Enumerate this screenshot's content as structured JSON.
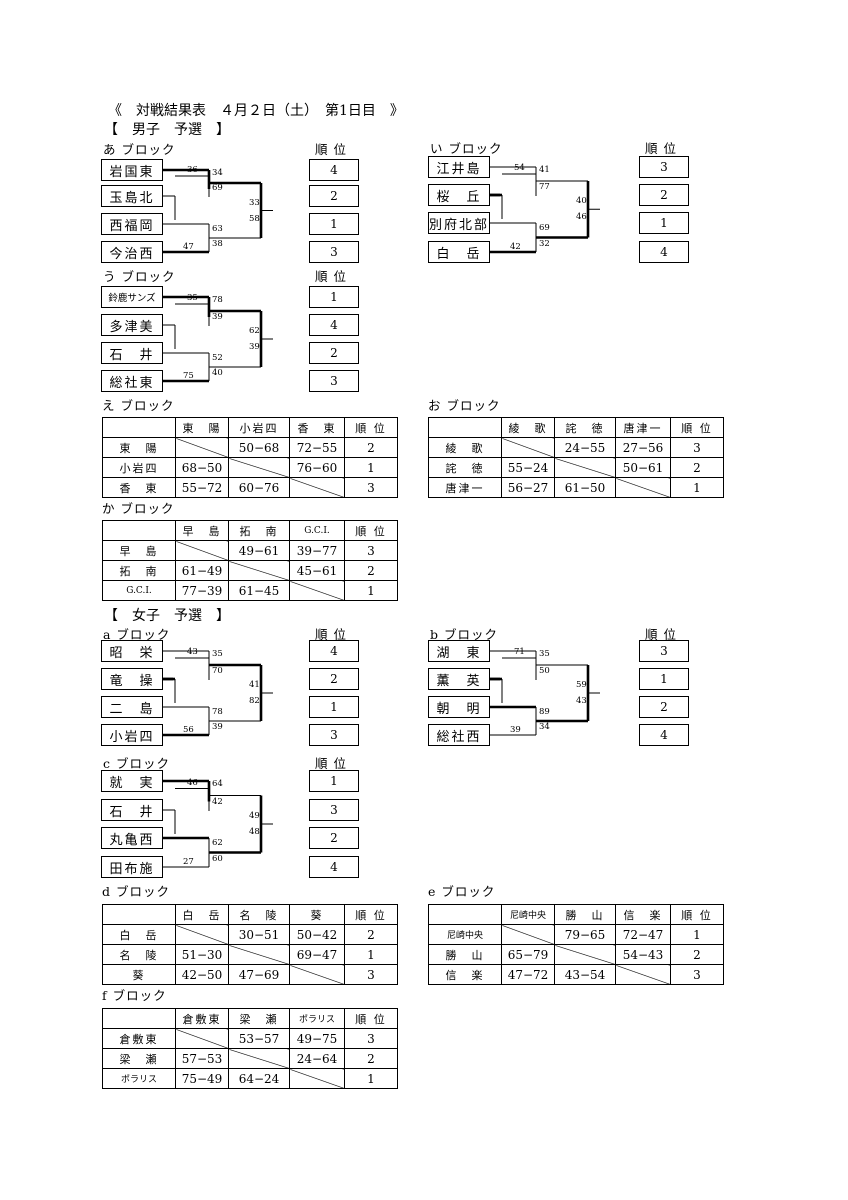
{
  "title": "《　対戦結果表　４月２日（土）　第1日目　》",
  "men_header": "【　男子　予選　】",
  "women_header": "【　女子　予選　】",
  "rank_label": "順 位",
  "brackets": {
    "a": {
      "label": "あ ブロック",
      "teams": [
        "岩国東",
        "玉島北",
        "西福岡",
        "今治西"
      ],
      "ranks": [
        "4",
        "2",
        "1",
        "3"
      ],
      "scores": {
        "s1": "36",
        "s2": "34",
        "s3": "69",
        "s4": "63",
        "s5": "38",
        "s6": "47",
        "f1": "33",
        "f2": "58"
      }
    },
    "i": {
      "label": "い ブロック",
      "teams": [
        "江井島",
        "桜　丘",
        "別府北部",
        "白　岳"
      ],
      "ranks": [
        "3",
        "2",
        "1",
        "4"
      ],
      "scores": {
        "s1": "54",
        "s2": "41",
        "s3": "77",
        "s4": "69",
        "s5": "32",
        "s6": "42",
        "f1": "40",
        "f2": "46"
      }
    },
    "u": {
      "label": "う ブロック",
      "teams": [
        "鈴鹿サンズ",
        "多津美",
        "石　井",
        "総社東"
      ],
      "ranks": [
        "1",
        "4",
        "2",
        "3"
      ],
      "scores": {
        "s1": "35",
        "s2": "78",
        "s3": "39",
        "s4": "52",
        "s5": "40",
        "s6": "75",
        "f1": "62",
        "f2": "39"
      }
    },
    "wa": {
      "label": "a ブロック",
      "teams": [
        "昭　栄",
        "竜　操",
        "二　島",
        "小岩四"
      ],
      "ranks": [
        "4",
        "2",
        "1",
        "3"
      ],
      "scores": {
        "s1": "43",
        "s2": "35",
        "s3": "70",
        "s4": "78",
        "s5": "39",
        "s6": "56",
        "f1": "41",
        "f2": "82"
      }
    },
    "wb": {
      "label": "b ブロック",
      "teams": [
        "湖　東",
        "薫　英",
        "朝　明",
        "総社西"
      ],
      "ranks": [
        "3",
        "1",
        "2",
        "4"
      ],
      "scores": {
        "s1": "71",
        "s2": "35",
        "s3": "50",
        "s4": "89",
        "s5": "34",
        "s6": "39",
        "f1": "59",
        "f2": "43"
      }
    },
    "wc": {
      "label": "c ブロック",
      "teams": [
        "就　実",
        "石　井",
        "丸亀西",
        "田布施"
      ],
      "ranks": [
        "1",
        "3",
        "2",
        "4"
      ],
      "scores": {
        "s1": "46",
        "s2": "64",
        "s3": "42",
        "s4": "62",
        "s5": "60",
        "s6": "27",
        "f1": "49",
        "f2": "48"
      }
    }
  },
  "leagues": {
    "e": {
      "label": "え ブロック",
      "cols": [
        "東　陽",
        "小岩四",
        "香　東"
      ],
      "rows": [
        {
          "team": "東　陽",
          "c": [
            "",
            "50−68",
            "72−55"
          ],
          "rank": "2"
        },
        {
          "team": "小岩四",
          "c": [
            "68−50",
            "",
            "76−60"
          ],
          "rank": "1"
        },
        {
          "team": "香　東",
          "c": [
            "55−72",
            "60−76",
            ""
          ],
          "rank": "3"
        }
      ]
    },
    "o": {
      "label": "お ブロック",
      "cols": [
        "綾　歌",
        "詫　徳",
        "唐津一"
      ],
      "rows": [
        {
          "team": "綾　歌",
          "c": [
            "",
            "24−55",
            "27−56"
          ],
          "rank": "3"
        },
        {
          "team": "詫　徳",
          "c": [
            "55−24",
            "",
            "50−61"
          ],
          "rank": "2"
        },
        {
          "team": "唐津一",
          "c": [
            "56−27",
            "61−50",
            ""
          ],
          "rank": "1"
        }
      ]
    },
    "ka": {
      "label": "か ブロック",
      "cols": [
        "早　島",
        "拓　南",
        "G.C.I."
      ],
      "rows": [
        {
          "team": "早　島",
          "c": [
            "",
            "49−61",
            "39−77"
          ],
          "rank": "3"
        },
        {
          "team": "拓　南",
          "c": [
            "61−49",
            "",
            "45−61"
          ],
          "rank": "2"
        },
        {
          "team": "G.C.I.",
          "c": [
            "77−39",
            "61−45",
            ""
          ],
          "rank": "1"
        }
      ]
    },
    "d": {
      "label": "d ブロック",
      "cols": [
        "白　岳",
        "名　陵",
        "葵"
      ],
      "rows": [
        {
          "team": "白　岳",
          "c": [
            "",
            "30−51",
            "50−42"
          ],
          "rank": "2"
        },
        {
          "team": "名　陵",
          "c": [
            "51−30",
            "",
            "69−47"
          ],
          "rank": "1"
        },
        {
          "team": "葵",
          "c": [
            "42−50",
            "47−69",
            ""
          ],
          "rank": "3"
        }
      ]
    },
    "ee": {
      "label": "e ブロック",
      "cols": [
        "尼崎中央",
        "勝　山",
        "信　楽"
      ],
      "rows": [
        {
          "team": "尼崎中央",
          "c": [
            "",
            "79−65",
            "72−47"
          ],
          "rank": "1"
        },
        {
          "team": "勝　山",
          "c": [
            "65−79",
            "",
            "54−43"
          ],
          "rank": "2"
        },
        {
          "team": "信　楽",
          "c": [
            "47−72",
            "43−54",
            ""
          ],
          "rank": "3"
        }
      ]
    },
    "f": {
      "label": "f ブロック",
      "cols": [
        "倉敷東",
        "梁　瀬",
        "ポラリス"
      ],
      "rows": [
        {
          "team": "倉敷東",
          "c": [
            "",
            "53−57",
            "49−75"
          ],
          "rank": "3"
        },
        {
          "team": "梁　瀬",
          "c": [
            "57−53",
            "",
            "24−64"
          ],
          "rank": "2"
        },
        {
          "team": "ポラリス",
          "c": [
            "75−49",
            "64−24",
            ""
          ],
          "rank": "1"
        }
      ]
    }
  }
}
